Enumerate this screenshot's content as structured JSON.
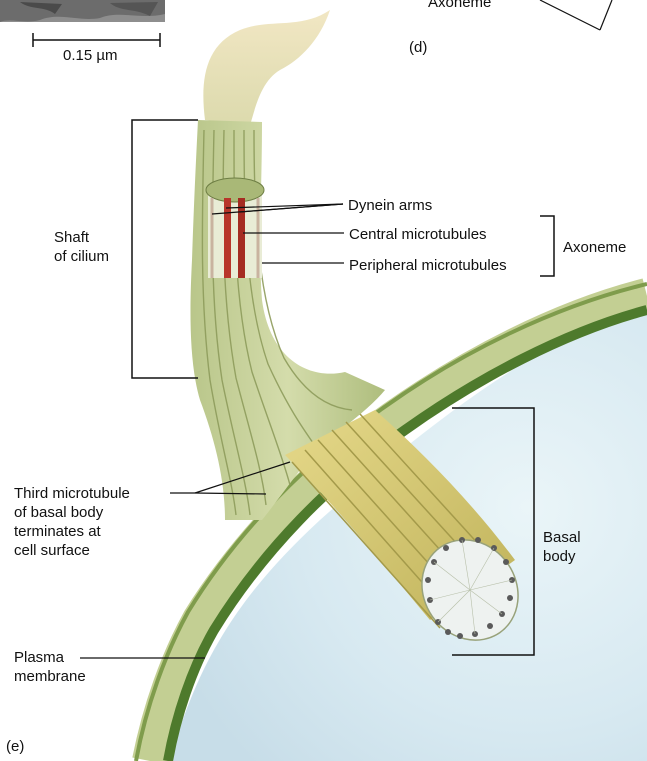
{
  "scale_bar": {
    "label": "0.15 µm"
  },
  "panel_d": {
    "tag": "(d)",
    "axoneme_label": "Axoneme"
  },
  "panel_e": {
    "tag": "(e)",
    "labels": {
      "shaft_line1": "Shaft",
      "shaft_line2": "of cilium",
      "dynein_arms": "Dynein arms",
      "central_microtubules": "Central microtubules",
      "peripheral_microtubules": "Peripheral microtubules",
      "axoneme": "Axoneme",
      "third_line1": "Third microtubule",
      "third_line2": "of basal body",
      "third_line3": "terminates at",
      "third_line4": "cell surface",
      "basal_line1": "Basal",
      "basal_line2": "body",
      "plasma_line1": "Plasma",
      "plasma_line2": "membrane"
    }
  },
  "colors": {
    "cilium_fill": "#c9d3a0",
    "cilium_stripe": "#8f9d5e",
    "membrane_dark": "#4f7a2e",
    "cell_interior": "#dfeef4",
    "basal_yellow": "#e6d67a",
    "dynein_red": "#b8352a",
    "tip_cream": "#eadcb0"
  }
}
